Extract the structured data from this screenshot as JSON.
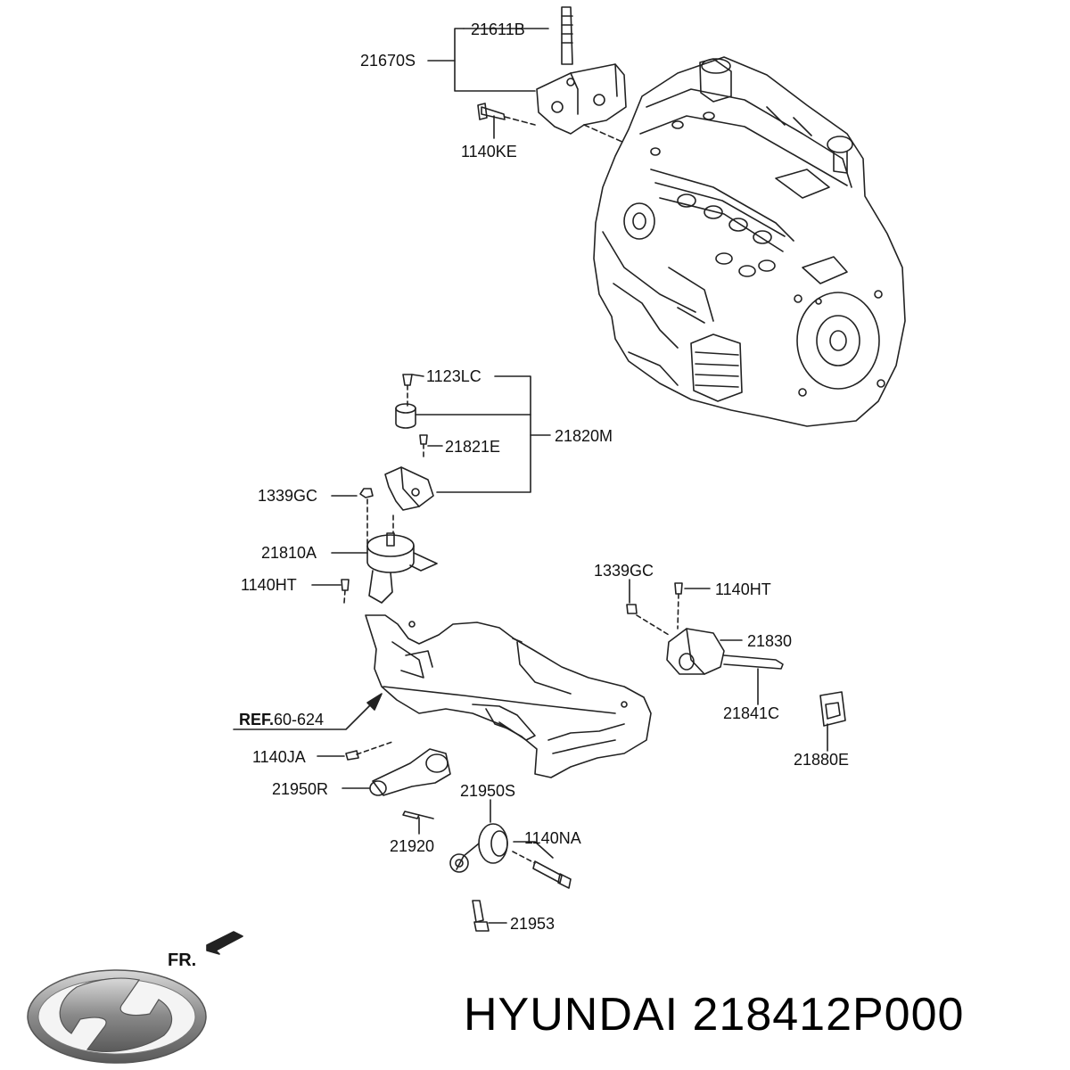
{
  "brand_text": "HYUNDAI 218412P000",
  "front_indicator": "FR.",
  "reference": {
    "prefix": "REF.",
    "number": "60-624"
  },
  "labels": [
    "21611B",
    "21670S",
    "1140KE",
    "1123LC",
    "21820M",
    "21821E",
    "1339GC",
    "21810A",
    "1140HT",
    "1339GC",
    "1140HT",
    "21830",
    "21841C",
    "21880E",
    "1140JA",
    "21950R",
    "21950S",
    "1140NA",
    "21920",
    "21953"
  ],
  "logo": {
    "name": "hyundai-logo",
    "colors": [
      "#8a8a8a",
      "#d8d8d8",
      "#5a5a5a"
    ]
  }
}
